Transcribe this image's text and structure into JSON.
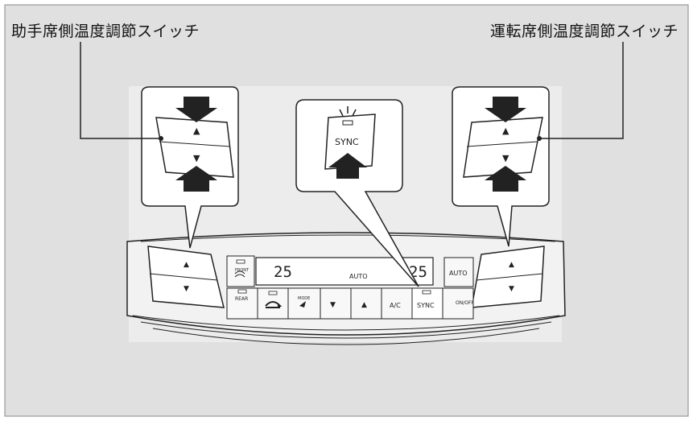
{
  "labels": {
    "passenger_switch": "助手席側温度調節スイッチ",
    "driver_switch": "運転席側温度調節スイッチ"
  },
  "panel": {
    "left_temp": "25",
    "right_temp": "25",
    "auto_display": "AUTO",
    "front_defrost": "FRONT",
    "rear_defrost": "REAR",
    "mode": "MODE",
    "ac": "A/C",
    "sync": "SYNC",
    "auto_button": "AUTO",
    "power": "ON/OFF",
    "up_arrow": "▲",
    "down_arrow": "▼"
  },
  "zoom": {
    "sync_label": "SYNC"
  },
  "colors": {
    "background": "#e0e0e0",
    "ink": "#222222",
    "frame": "#888888"
  }
}
